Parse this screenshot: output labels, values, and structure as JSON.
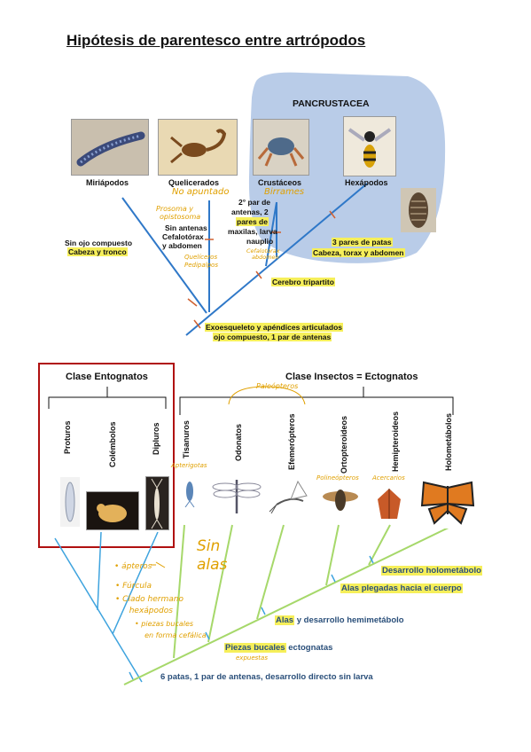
{
  "title": "Hipótesis de parentesco entre artrópodos",
  "top_tree": {
    "group_label": "PANCRUSTACEA",
    "taxa": [
      "Miriápodos",
      "Quelicerados",
      "Crustáceos",
      "Hexápodos"
    ],
    "char_no_compound_eye": "Sin ojo compuesto",
    "char_head_trunk": "Cabeza y tronco",
    "char_chelicerate_1": "Sin antenas",
    "char_chelicerate_2": "Cefalotórax",
    "char_chelicerate_3": "y abdomen",
    "char_crust_1": "2° par de",
    "char_crust_2": "antenas, 2",
    "char_crust_3": "pares de",
    "char_crust_4": "maxilas, larva",
    "char_crust_5": "nauplio",
    "char_hex_1": "3 pares de patas",
    "char_hex_2": "Cabeza, torax y abdomen",
    "char_brain": "Cerebro tripartito",
    "char_root_1": "Exoesqueleto y apéndices articulados",
    "char_root_2": "ojo compuesto, 1 par de antenas",
    "hand_no_aptitude": "No apuntado",
    "hand_birrames": "Birrames",
    "hand_prosoma": "Prosoma y",
    "hand_opisto": "opistosoma",
    "hand_quel_1": "Quelíceros",
    "hand_quel_2": "Pedipalpos",
    "hand_crust_small_1": "Cefalotorax",
    "hand_crust_small_2": "abdomen"
  },
  "bottom_tree": {
    "entognatos_title": "Clase Entognatos",
    "insectos_title": "Clase Insectos = Ectognatos",
    "entognatos_taxa": [
      "Proturos",
      "Colémbolos",
      "Dipluros"
    ],
    "insect_taxa": [
      "Tisanuros",
      "Odonatos",
      "Efemerópteros",
      "Ortopteroideos",
      "Hemipteroideos",
      "Holometábolos"
    ],
    "hand_paleoptera": "Paleópteros",
    "hand_apterigotas": "Apterigotas",
    "hand_polineopteros": "Polineópteros",
    "hand_acercarios": "Acercarios",
    "hand_sin": "Sin",
    "hand_alas": "alas",
    "hand_notes": [
      "• ápteros",
      "• Fúrcula",
      "• Clado hermano",
      "  hexápodos",
      "• piezas bucales",
      "  en forma cefálica"
    ],
    "char_holometabolo": "Desarrollo holometábolo",
    "char_alas_plegadas": "Alas plegadas hacia el cuerpo",
    "char_alas_a": "Alas",
    "char_alas_b": " y desarrollo hemimetábolo",
    "char_piezas_a": "Piezas bucales",
    "char_piezas_b": " ectognatas",
    "hand_piezas": "expuestas",
    "char_root": "6 patas, 1 par de antenas, desarrollo directo sin larva"
  },
  "colors": {
    "tree_blue": "#2f78c8",
    "tree_green": "#a6d86a",
    "panc_bg": "#b9cce8",
    "entognatos_box": "#b01010",
    "highlight": "#f6ef5a",
    "hand_ink": "#e0a000",
    "tick": "#d06030"
  }
}
